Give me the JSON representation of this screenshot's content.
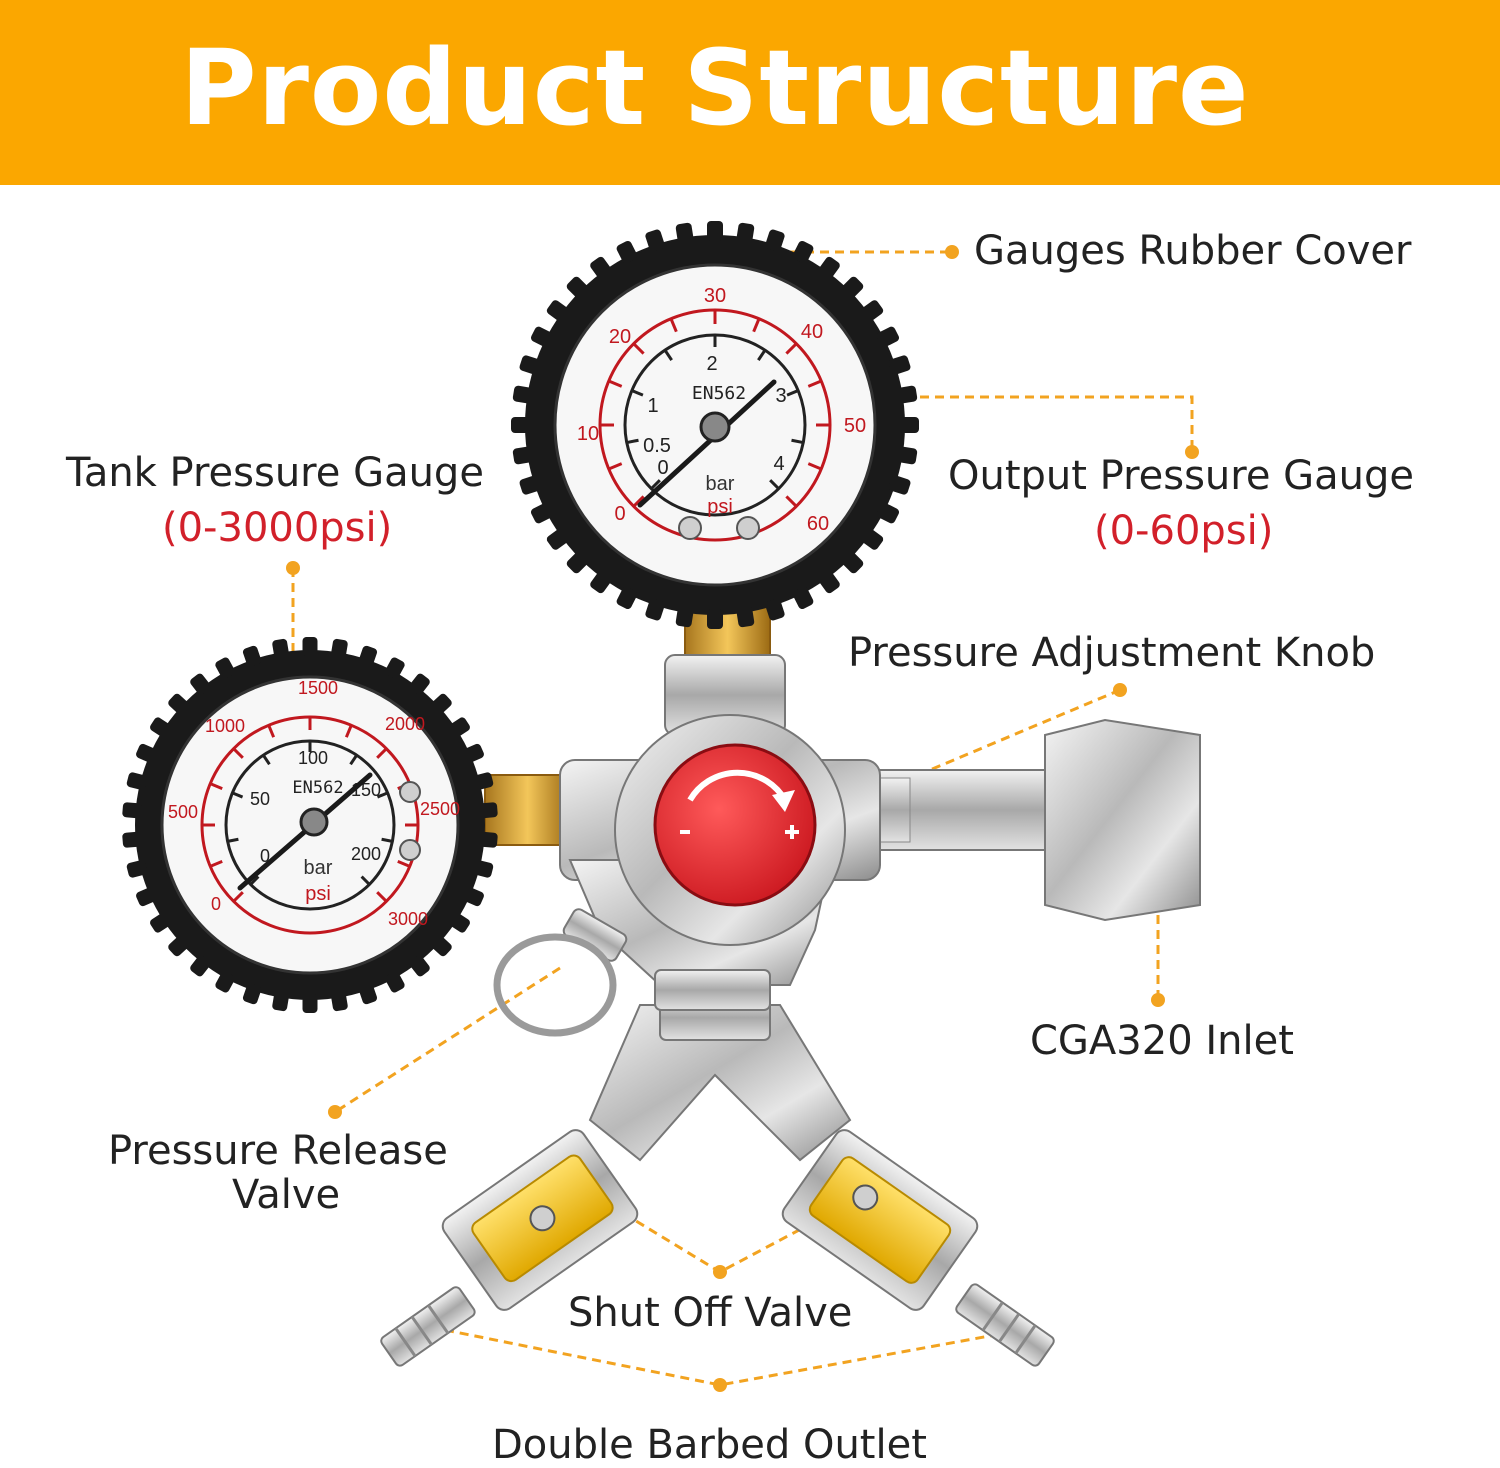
{
  "header": {
    "title": "Product Structure"
  },
  "colors": {
    "banner": "#FBA700",
    "accent_red": "#D2202A",
    "leader": "#F2A320",
    "text": "#222222"
  },
  "callouts": {
    "rubber_cover": "Gauges Rubber Cover",
    "tank_gauge": "Tank Pressure Gauge",
    "tank_range": "(0-3000psi)",
    "output_gauge": "Output Pressure Gauge",
    "output_range": "(0-60psi)",
    "adjust_knob": "Pressure Adjustment Knob",
    "inlet": "CGA320 Inlet",
    "release_valve_line1": "Pressure Release",
    "release_valve_line2": "Valve",
    "shutoff_valve": "Shut Off Valve",
    "barbed_outlet": "Double Barbed Outlet"
  },
  "gauges": {
    "output": {
      "model": "EN562",
      "unit_inner": "bar",
      "unit_outer": "psi",
      "psi_ticks": [
        "0",
        "10",
        "20",
        "30",
        "40",
        "50",
        "60"
      ],
      "bar_ticks": [
        "0",
        "0.5",
        "1",
        "2",
        "3",
        "4"
      ]
    },
    "tank": {
      "model": "EN562",
      "unit_inner": "bar",
      "unit_outer": "psi",
      "psi_ticks": [
        "0",
        "500",
        "1000",
        "1500",
        "2000",
        "2500",
        "3000"
      ],
      "bar_ticks": [
        "0",
        "50",
        "100",
        "150",
        "200"
      ]
    }
  }
}
